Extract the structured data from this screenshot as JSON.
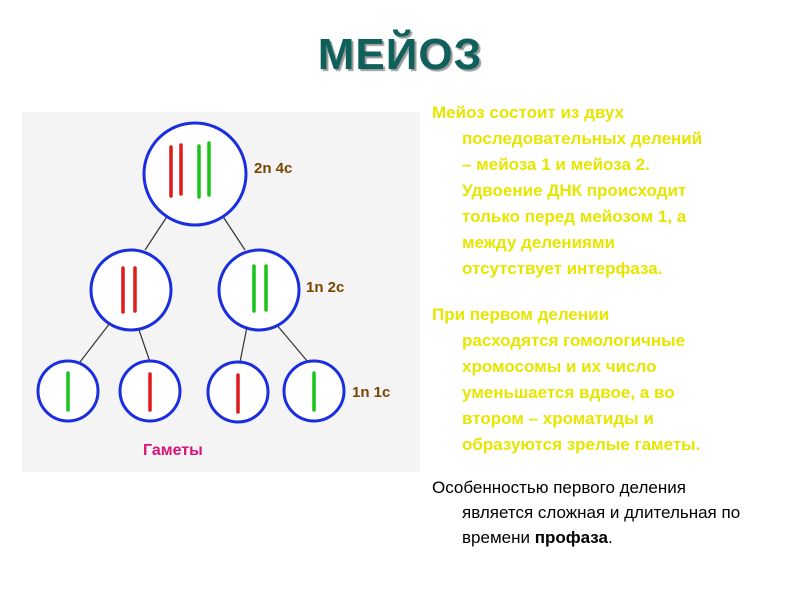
{
  "title": "МЕЙОЗ",
  "diagram": {
    "level_labels": [
      "2n 4c",
      "1n 2c",
      "1n 1c"
    ],
    "gametes_label": "Гаметы",
    "colors": {
      "cell_border": "#1a2ee0",
      "chromosome_red": "#e01a1a",
      "chromosome_green": "#19c419",
      "connector": "#333333",
      "level_label": "#7a4400",
      "gametes_label": "#d8137a",
      "background_panel": "#f4f4f4"
    }
  },
  "text": {
    "para1": [
      "Мейоз состоит из двух",
      "последовательных делений",
      "– мейоза 1 и мейоза 2.",
      "Удвоение ДНК происходит",
      "только перед мейозом 1, а",
      "между делениями",
      "отсутствует интерфаза."
    ],
    "para2": [
      "При первом делении",
      "расходятся гомологичные",
      "хромосомы и их число",
      "уменьшается вдвое, а во",
      "втором – хроматиды и",
      "образуются зрелые гаметы."
    ],
    "para3": {
      "line1": "Особенностью первого деления",
      "line2": "является сложная и длительная по",
      "line3_prefix": "времени ",
      "line3_bold": "профаза",
      "line3_suffix": "."
    }
  }
}
